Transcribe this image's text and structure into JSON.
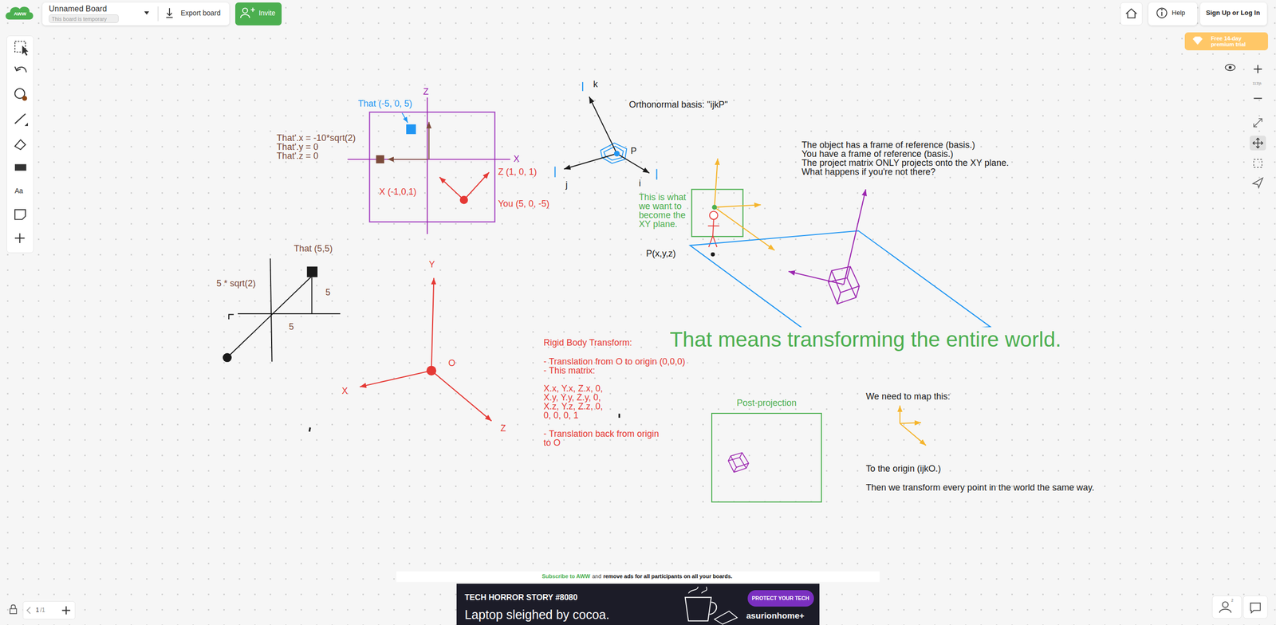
{
  "diagram": {
    "nodes": [
      {
        "text": [
          "Unnamed Board"
        ]
      },
      {
        "text": [
          "This board is temporary"
        ],
        "in": 0
      },
      {
        "text": [
          "Export board"
        ],
        "in": 0
      },
      {
        "text": [
          "Invite"
        ]
      },
      {
        "text": [
          "Help"
        ]
      },
      {
        "text": [
          "Sign Up or Log In"
        ]
      },
      {
        "text": [
          "Free 14-day premium trial"
        ]
      },
      {
        "text": [
          "Post-projection"
        ]
      },
      {
        "text": [
          "TECH HORROR STORY #8080",
          "Laptop sleighed by cocoa.",
          "asurionhome+"
        ]
      },
      {
        "text": [
          "PROTECT YOUR TECH"
        ],
        "in": 8
      }
    ],
    "labels": [
      "AWW",
      "k",
      "Orthonormal basis: \"ijkP\"",
      "Z",
      "That (-5, 0, 5)",
      "X",
      "That'.x = -10*sqrt(2)",
      "That'.y = 0",
      "That'.z = 0",
      "P",
      "The object has a frame of reference (basis.)",
      "You have a frame of reference (basis.)",
      "The project matrix ONLY projects onto the XY plane.",
      "What happens if you're not there?",
      "Z (1, 0, 1)",
      "i",
      "j",
      "X (-1,0,1)",
      "This is what we want to become the XY plane.",
      "You (5, 0, -5)",
      "That (5,5)",
      "P(x,y,z)",
      "5 * sqrt(2)",
      "5",
      "Y",
      "5",
      "Rigid Body Transform:",
      "That means transforming the entire world.",
      "- Translation from O to origin (0,0,0)",
      "O",
      "- This matrix:",
      "X",
      "X.x, Y.x, Z.x, 0,",
      "X.y, Y.y, Z.y, 0,",
      "X.z, Y.z, Z.z, 0,",
      "0, 0, 0, 1",
      "We need to map this:",
      "Z",
      "- Translation back from origin to O",
      "To the origin (ijkO.)",
      "Then we transform every point in the world the same way.",
      "113%",
      "Aa",
      "Subscribe to AWW",
      "and",
      "remove ads for all participants on all your boards.",
      "1",
      "/1",
      "2"
    ]
  }
}
